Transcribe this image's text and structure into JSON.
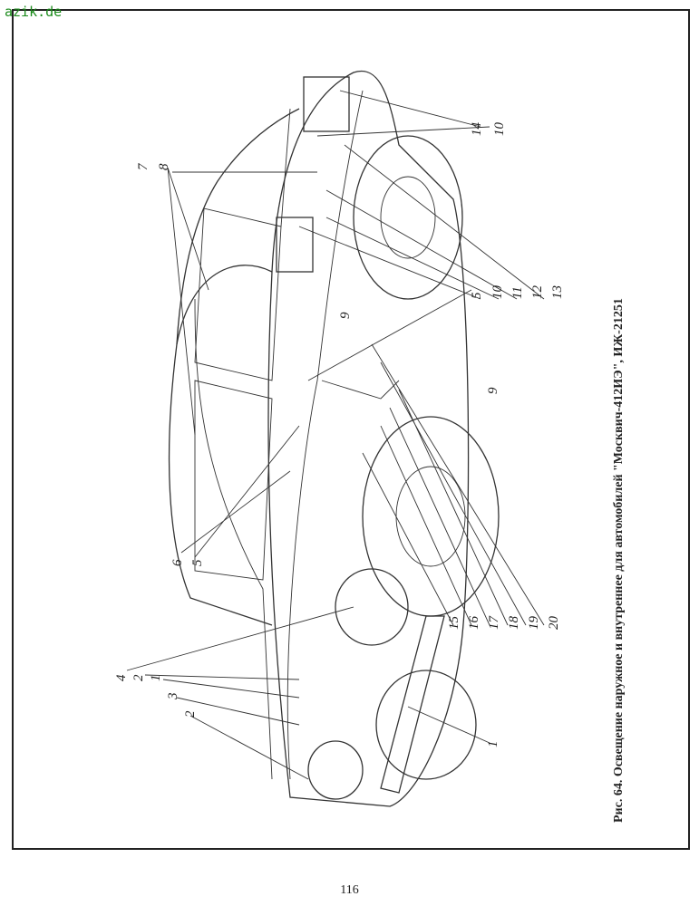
{
  "watermark": "azik.de",
  "page_number": "116",
  "caption": "Рис. 64. Освещение наружное и внутреннее для автомобилей \"Москвич-412ИЭ\", ИЖ-21251",
  "labels": [
    "7",
    "8",
    "14",
    "10",
    "5",
    "10",
    "11",
    "12",
    "13",
    "9",
    "9",
    "6",
    "5",
    "15",
    "16",
    "17",
    "18",
    "19",
    "20",
    "4",
    "2",
    "1",
    "3",
    "2",
    "1"
  ]
}
